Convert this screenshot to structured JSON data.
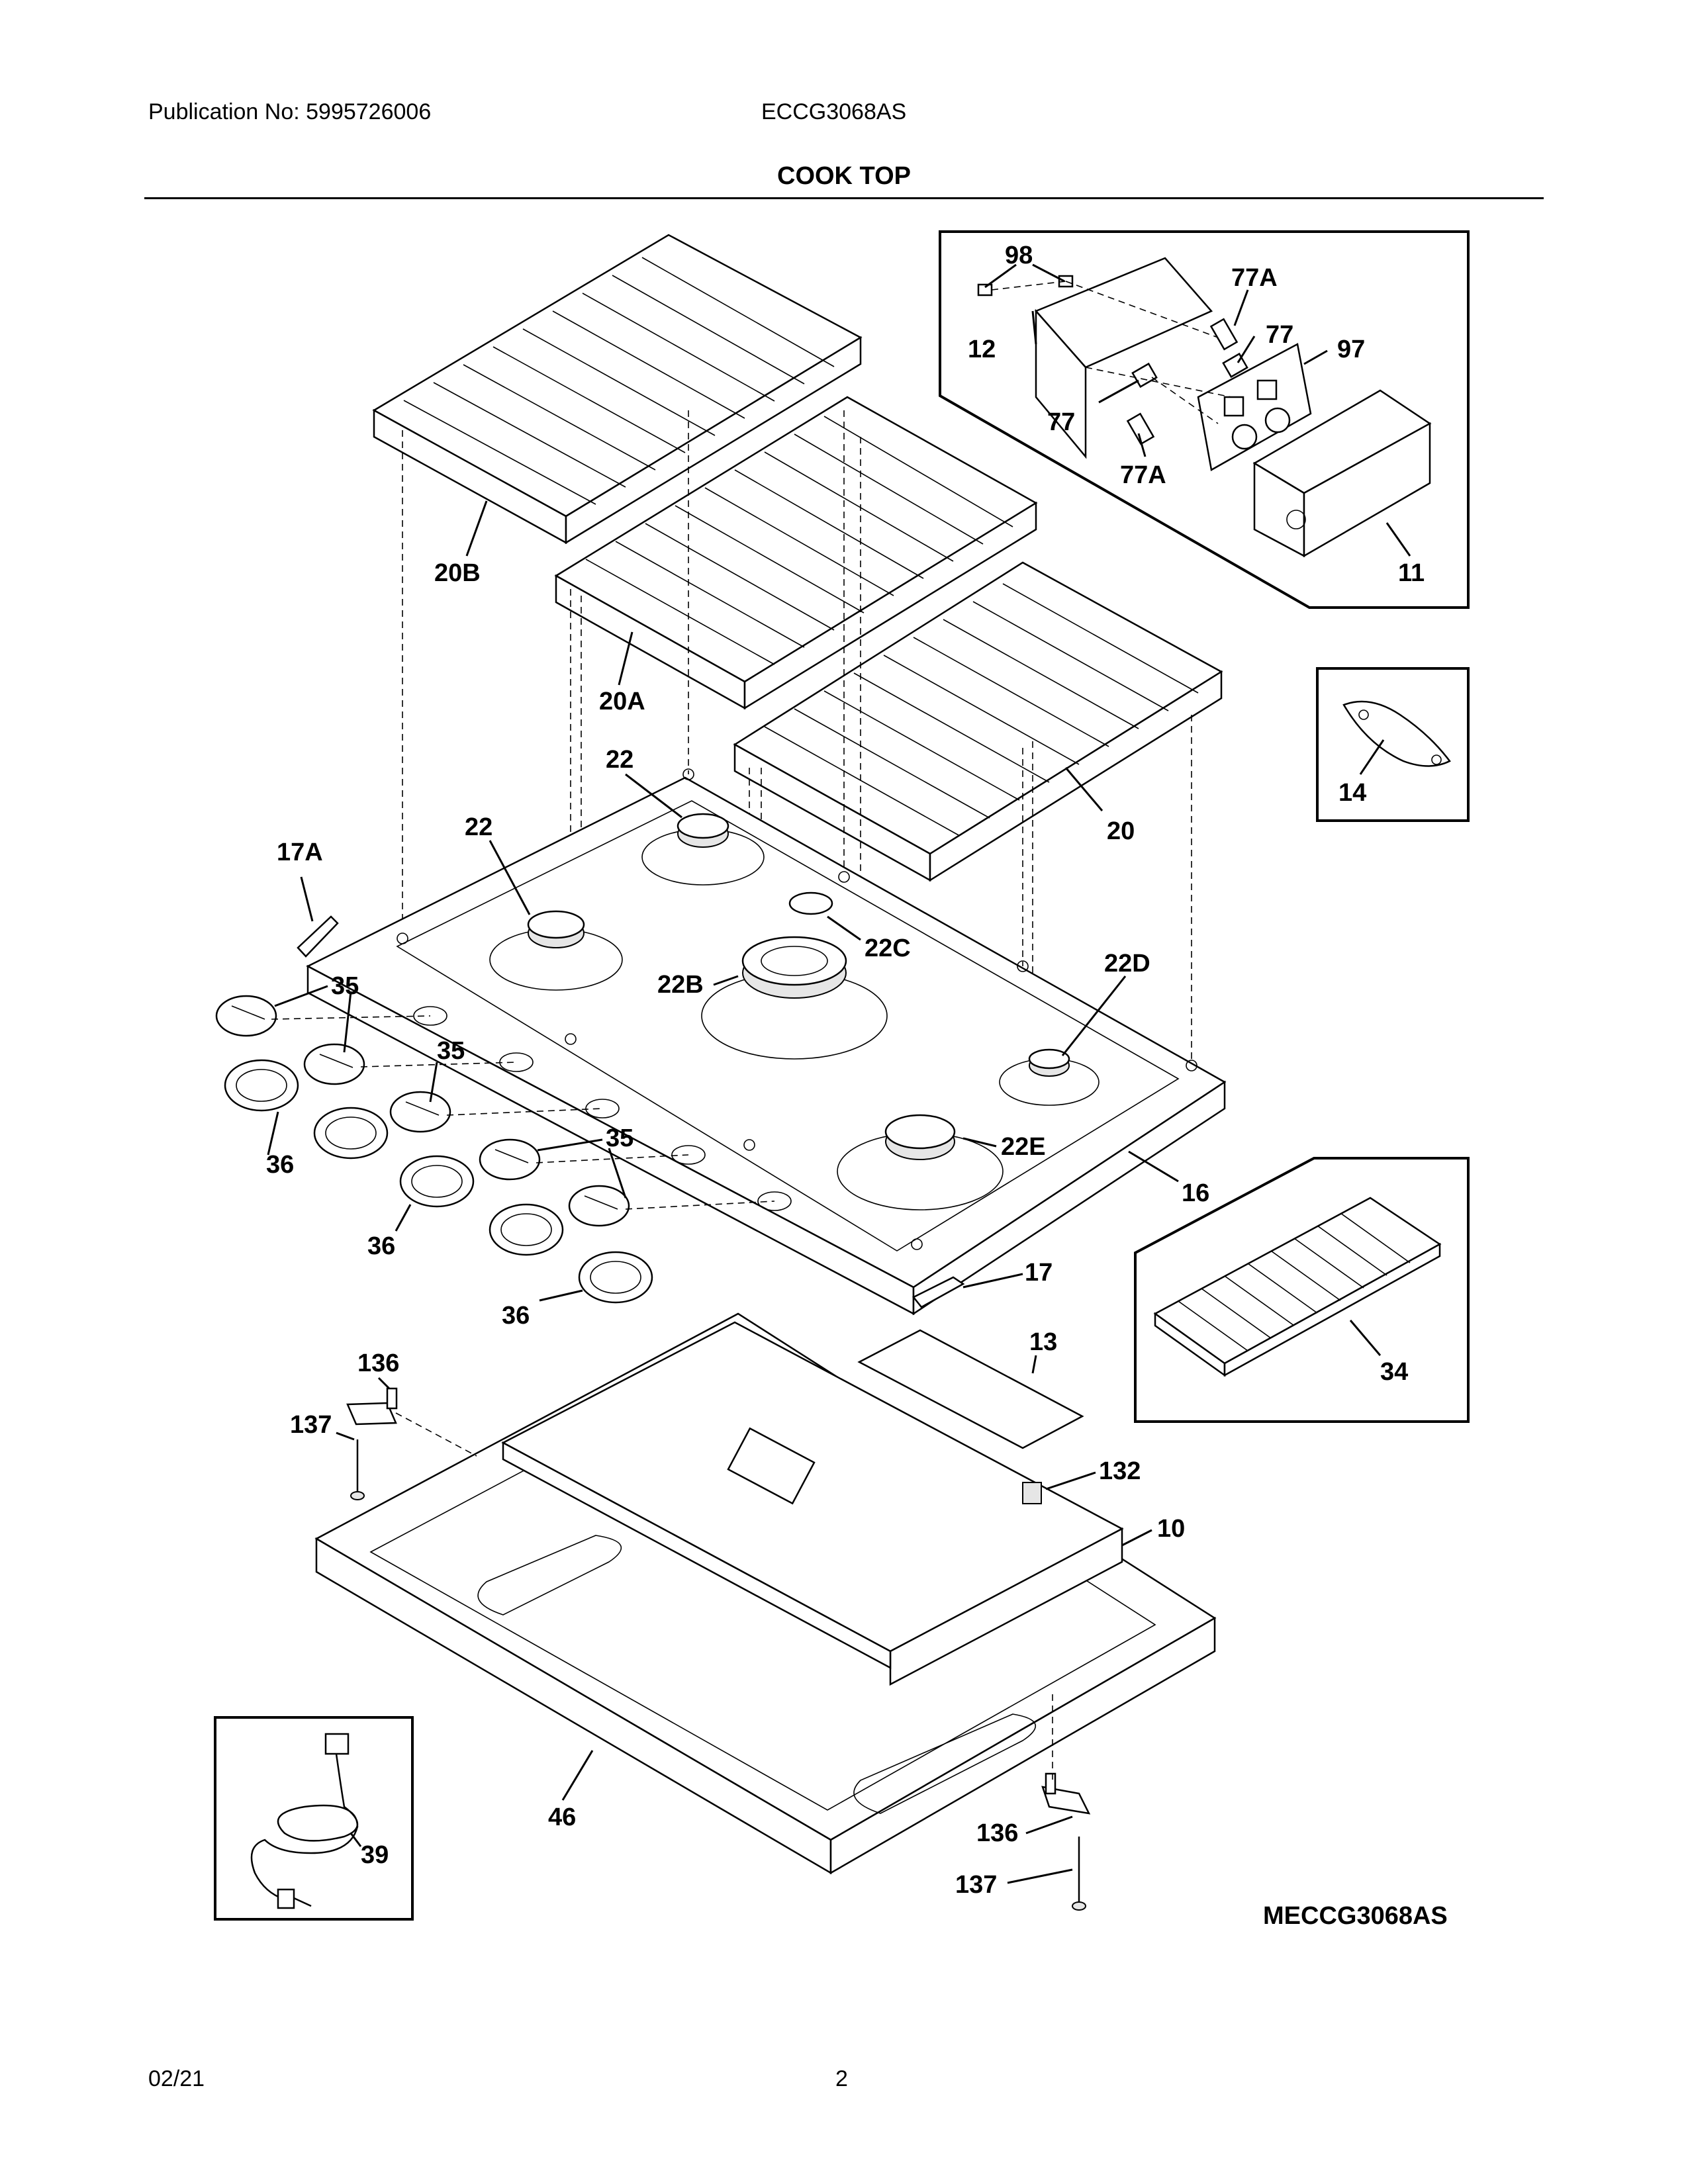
{
  "header": {
    "publication": "Publication No: 5995726006",
    "model": "ECCG3068AS",
    "section_title": "COOK TOP"
  },
  "footer": {
    "date": "02/21",
    "page_number": "2"
  },
  "diagram": {
    "drawing_id": "MECCG3068AS",
    "callouts": {
      "c98": "98",
      "c77a_top": "77A",
      "c12": "12",
      "c77_right": "77",
      "c97": "97",
      "c77_left": "77",
      "c77a_bottom": "77A",
      "c11": "11",
      "c20b": "20B",
      "c20a": "20A",
      "c22_top": "22",
      "c14": "14",
      "c22_left": "22",
      "c20": "20",
      "c17a": "17A",
      "c22c": "22C",
      "c22d": "22D",
      "c22b": "22B",
      "c35_a": "35",
      "c35_b": "35",
      "c35_c": "35",
      "c22e": "22E",
      "c36_a": "36",
      "c16": "16",
      "c36_b": "36",
      "c17": "17",
      "c36_c": "36",
      "c13": "13",
      "c136_top": "136",
      "c34": "34",
      "c137_top": "137",
      "c132": "132",
      "c10": "10",
      "c46": "46",
      "c39": "39",
      "c136_bottom": "136",
      "c137_bottom": "137"
    }
  }
}
